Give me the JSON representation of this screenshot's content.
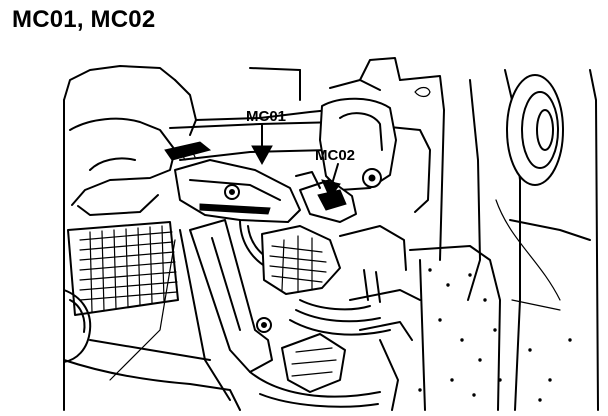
{
  "header": {
    "title": "MC01, MC02"
  },
  "callouts": [
    {
      "id": "mc01",
      "label": "MC01"
    },
    {
      "id": "mc02",
      "label": "MC02"
    }
  ],
  "colors": {
    "ink": "#000000",
    "paper": "#ffffff"
  }
}
